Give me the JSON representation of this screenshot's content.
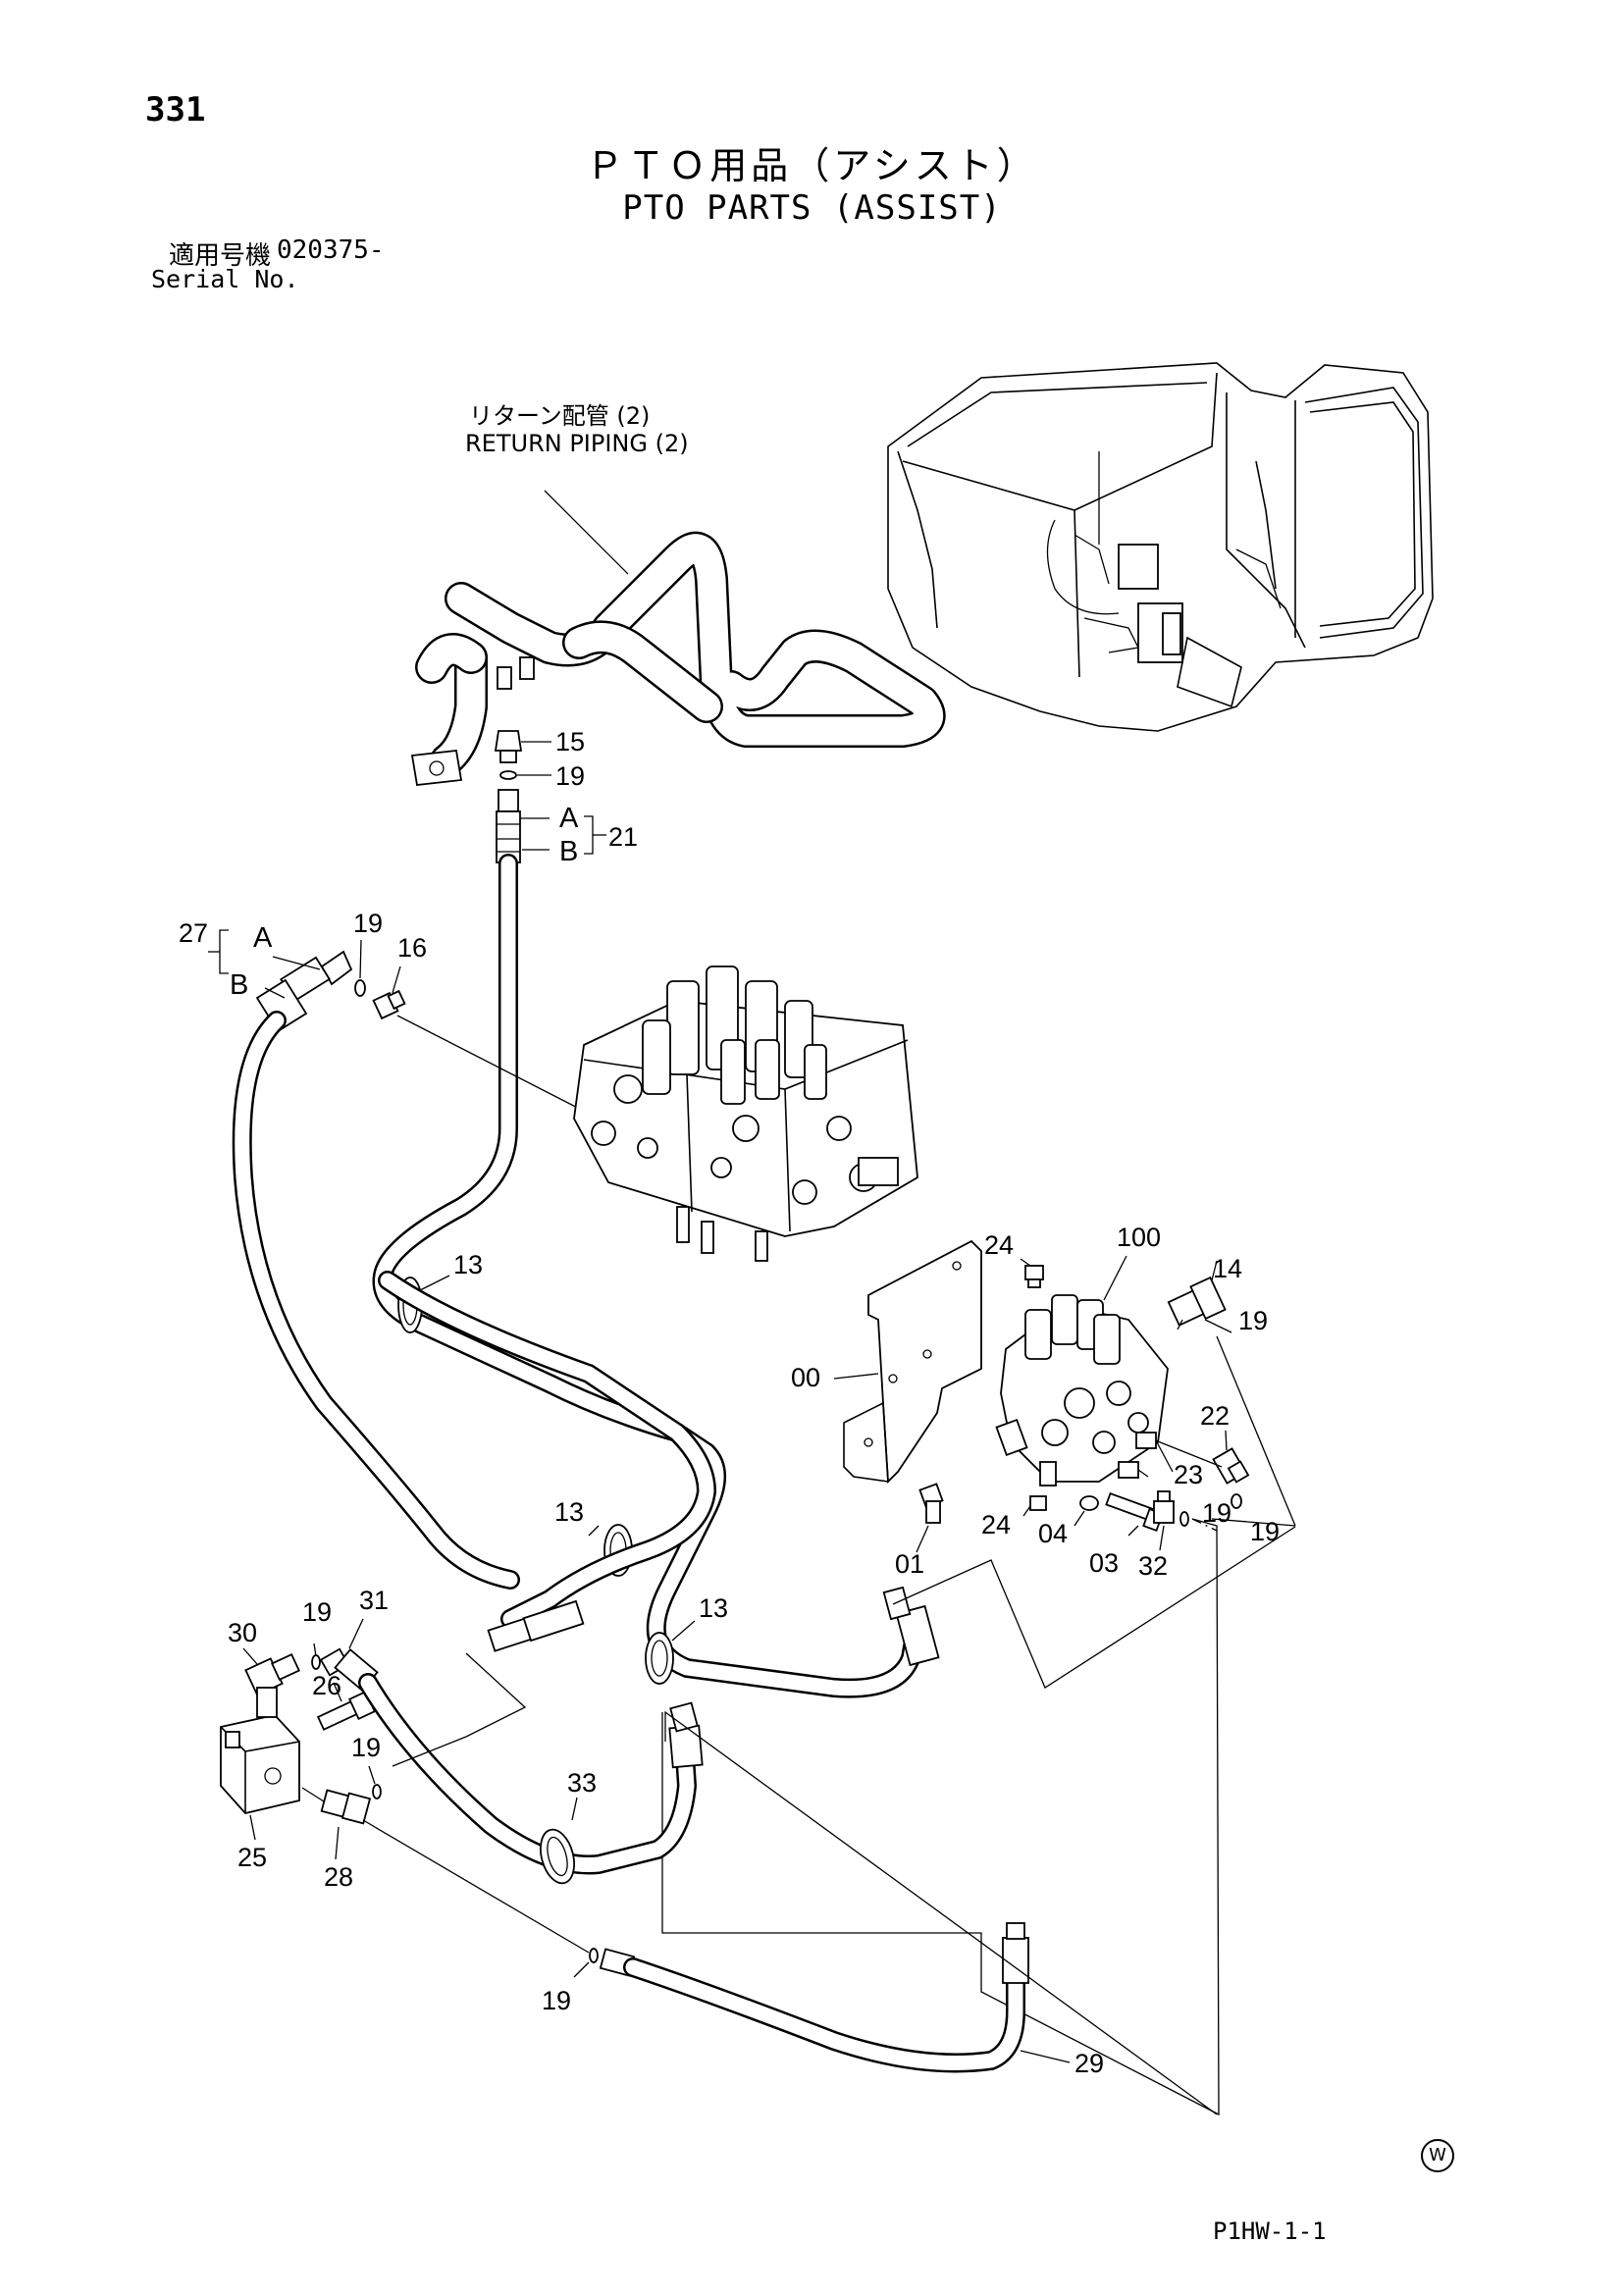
{
  "header": {
    "page_number": "331",
    "title_jp": "ＰＴＯ用品（アシスト）",
    "title_en": "PTO PARTS (ASSIST)",
    "serial_label_jp": "適用号機",
    "serial_number": "020375-",
    "serial_label_en": "Serial No."
  },
  "annotations": {
    "return_piping_jp": "リターン配管 (2)",
    "return_piping_en": "RETURN PIPING (2)"
  },
  "callouts": [
    "15",
    "19",
    "A",
    "B",
    "21",
    "27",
    "A",
    "B",
    "19",
    "16",
    "13",
    "13",
    "13",
    "24",
    "100",
    "14",
    "19",
    "00",
    "22",
    "23",
    "24",
    "04",
    "01",
    "03",
    "32",
    "19",
    "19",
    "30",
    "19",
    "31",
    "26",
    "19",
    "25",
    "28",
    "33",
    "19",
    "29"
  ],
  "footer": {
    "drawing_code": "P1HW-1-1",
    "mark": "W"
  }
}
